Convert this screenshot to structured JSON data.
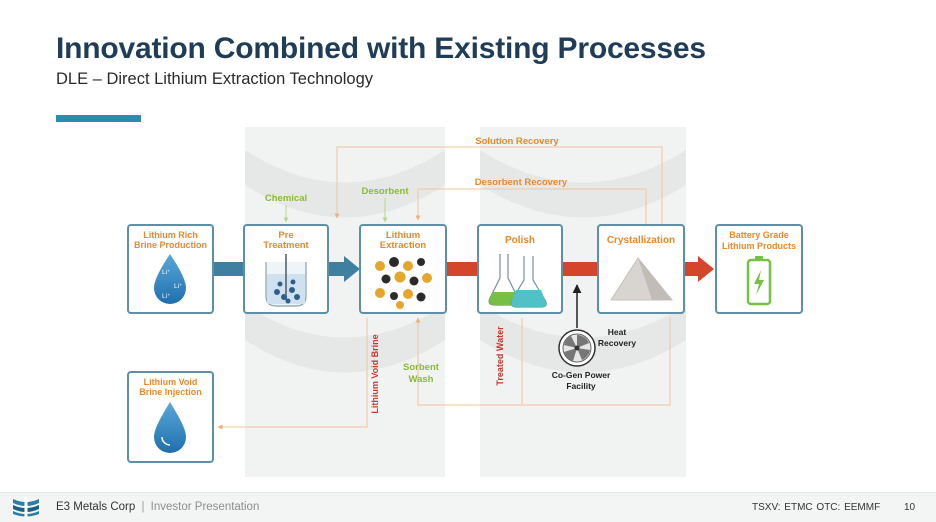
{
  "header": {
    "title": "Innovation Combined with Existing Processes",
    "subtitle": "DLE – Direct Lithium Extraction Technology"
  },
  "diagram": {
    "boxes": {
      "brine_production": {
        "line1": "Lithium Rich",
        "line2": "Brine Production",
        "icon_text_1": "Li⁺",
        "icon_text_2": "Li⁺",
        "icon_text_3": "Li⁺"
      },
      "pre_treatment": {
        "line1": "Pre",
        "line2": "Treatment"
      },
      "lithium_extraction": {
        "line1": "Lithium",
        "line2": "Extraction"
      },
      "polish": {
        "line1": "Polish"
      },
      "crystallization": {
        "line1": "Crystallization"
      },
      "battery_grade": {
        "line1": "Battery Grade",
        "line2": "Lithium Products"
      },
      "void_injection": {
        "line1": "Lithium Void",
        "line2": "Brine Injection"
      }
    },
    "labels": {
      "chemical": "Chemical",
      "desorbent": "Desorbent",
      "solution_recovery": "Solution Recovery",
      "desorbent_recovery": "Desorbent Recovery",
      "lithium_void_brine": "Lithium Void Brine",
      "sorbent_wash_1": "Sorbent",
      "sorbent_wash_2": "Wash",
      "treated_water": "Treated Water",
      "heat_recovery_1": "Heat",
      "heat_recovery_2": "Recovery",
      "cogen_1": "Co-Gen Power",
      "cogen_2": "Facility"
    },
    "colors": {
      "box_border": "#5e8fa6",
      "label_orange": "#e8892b",
      "flow_blue": "#3f7fa0",
      "flow_red": "#d4462b",
      "recovery_line": "#f4c39a",
      "label_green": "#8aba3a",
      "label_red": "#c43a2a"
    }
  },
  "footer": {
    "company": "E3 Metals Corp",
    "separator": "|",
    "presentation": "Investor Presentation",
    "tickers": "TSXV: ETMC   OTC: EEMMF",
    "page": "10"
  }
}
